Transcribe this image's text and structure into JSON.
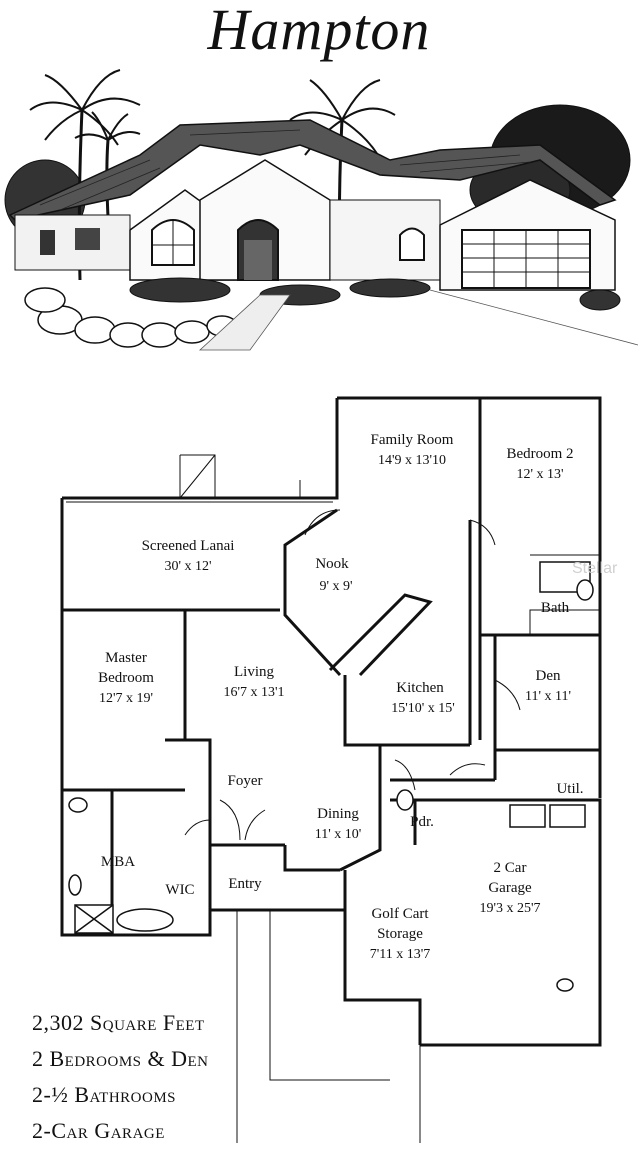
{
  "title": "Hampton",
  "watermark": "Stellar",
  "rooms": [
    {
      "id": "family",
      "name": "Family Room",
      "dim": "14'9 x 13'10"
    },
    {
      "id": "bed2",
      "name": "Bedroom 2",
      "dim": "12' x 13'"
    },
    {
      "id": "lanai",
      "name": "Screened Lanai",
      "dim": "30' x 12'"
    },
    {
      "id": "nook",
      "name": "Nook",
      "dim": "9' x 9'"
    },
    {
      "id": "bath",
      "name": "Bath",
      "dim": ""
    },
    {
      "id": "master_l1",
      "name": "Master",
      "dim": ""
    },
    {
      "id": "master_l2",
      "name": "Bedroom",
      "dim": "12'7 x 19'"
    },
    {
      "id": "living",
      "name": "Living",
      "dim": "16'7 x 13'1"
    },
    {
      "id": "kitchen",
      "name": "Kitchen",
      "dim": "15'10' x 15'"
    },
    {
      "id": "den",
      "name": "Den",
      "dim": "11' x 11'"
    },
    {
      "id": "foyer",
      "name": "Foyer",
      "dim": ""
    },
    {
      "id": "util",
      "name": "Util.",
      "dim": ""
    },
    {
      "id": "dining",
      "name": "Dining",
      "dim": "11' x 10'"
    },
    {
      "id": "pdr",
      "name": "Pdr.",
      "dim": ""
    },
    {
      "id": "mba",
      "name": "MBA",
      "dim": ""
    },
    {
      "id": "wic",
      "name": "WIC",
      "dim": ""
    },
    {
      "id": "entry",
      "name": "Entry",
      "dim": ""
    },
    {
      "id": "garage_l1",
      "name": "2 Car",
      "dim": ""
    },
    {
      "id": "garage_l2",
      "name": "Garage",
      "dim": "19'3 x 25'7"
    },
    {
      "id": "golf_l1",
      "name": "Golf Cart",
      "dim": ""
    },
    {
      "id": "golf_l2",
      "name": "Storage",
      "dim": "7'11 x 13'7"
    }
  ],
  "stats": {
    "square_feet": "2,302 Square Feet",
    "bedrooms": "2 Bedrooms & Den",
    "bathrooms": "2-½ Bathrooms",
    "garage": "2-Car Garage"
  }
}
